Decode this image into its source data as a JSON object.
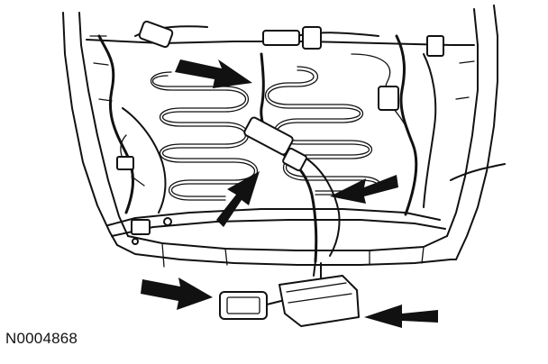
{
  "figure": {
    "id_label": "N0004868",
    "line_color": "#111111",
    "background": "#ffffff"
  },
  "callouts": [
    {
      "name": "arrow-upper-left",
      "points_to": "seat-wire-harness"
    },
    {
      "name": "arrow-center",
      "points_to": "harness-clip"
    },
    {
      "name": "arrow-right",
      "points_to": "side-connector"
    },
    {
      "name": "arrow-lower-left",
      "points_to": "lower-connector-plug"
    },
    {
      "name": "arrow-lower-right",
      "points_to": "module-connector"
    }
  ]
}
